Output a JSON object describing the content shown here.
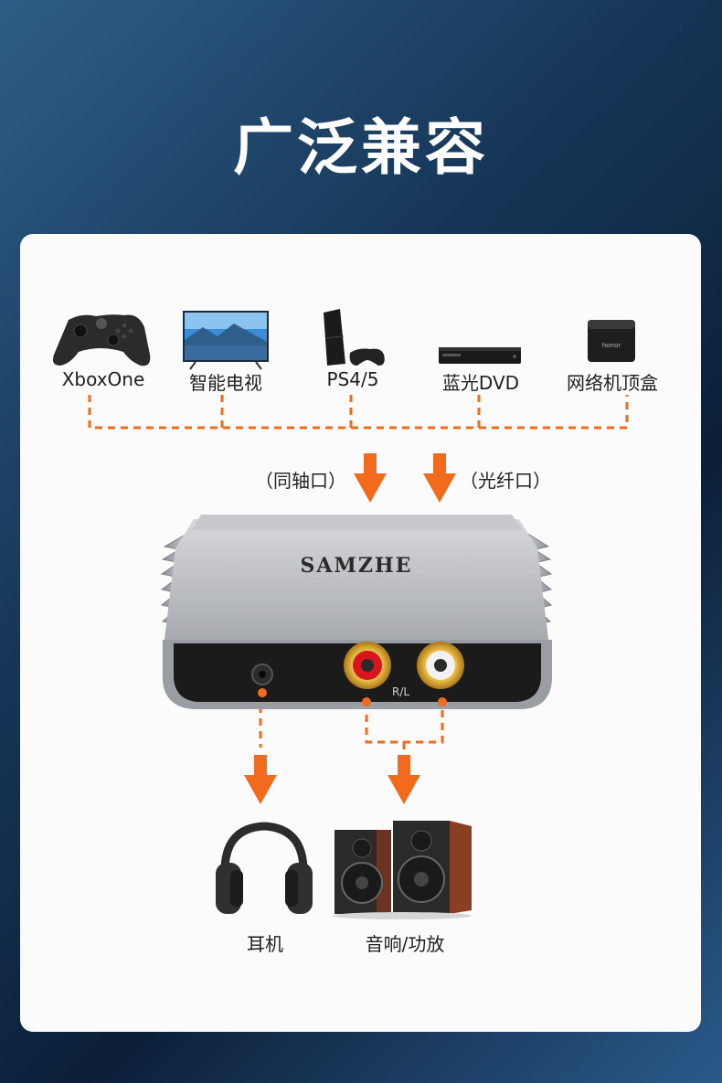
{
  "heading": "广泛兼容",
  "sources": [
    {
      "label": "XboxOne",
      "icon": "xbox-controller-icon"
    },
    {
      "label": "智能电视",
      "icon": "smart-tv-icon"
    },
    {
      "label": "PS4/5",
      "icon": "ps4-console-icon"
    },
    {
      "label": "蓝光DVD",
      "icon": "bluray-dvd-player-icon"
    },
    {
      "label": "网络机顶盒",
      "icon": "set-top-box-icon"
    }
  ],
  "inputs": {
    "coaxial": "（同轴口）",
    "optical": "（光纤口）"
  },
  "device": {
    "brand": "SAMZHE",
    "rl_label": "R/L",
    "box_brand": "honor"
  },
  "outputs": [
    {
      "label": "耳机",
      "icon": "headphones-icon"
    },
    {
      "label": "音响/功放",
      "icon": "speakers-icon"
    }
  ],
  "colors": {
    "accent": "#f26a1b",
    "card": "#fbfbfb"
  }
}
